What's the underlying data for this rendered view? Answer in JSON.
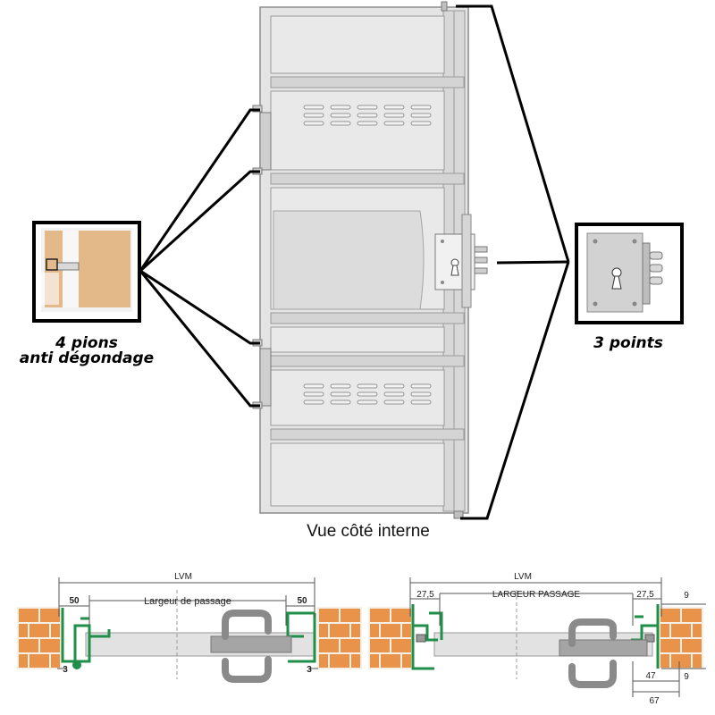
{
  "top_figure": {
    "caption": "Vue côté interne",
    "left_callout": {
      "line1": "4 pions",
      "line2": "anti dégondage"
    },
    "right_callout": {
      "label": "3 points"
    }
  },
  "bottom_left_section": {
    "lvm": "LVM",
    "passage": "Largeur de passage",
    "dim_left": "50",
    "dim_right": "50",
    "dim_small_left": "3",
    "dim_small_right": "3"
  },
  "bottom_right_section": {
    "lvm": "LVM",
    "passage": "LARGEUR PASSAGE",
    "dim_left": "27,5",
    "dim_right": "27,5",
    "dim_9_top": "9",
    "dim_9_bottom": "9",
    "dim_47": "47",
    "dim_67": "67"
  },
  "colors": {
    "brick": "#e8924a",
    "brick_mortar": "#f5efe6",
    "frame_green": "#1f8f4a",
    "handle_gray": "#8a8a8a",
    "door_gray": "#e2e2e2",
    "wood": "#e3b98a"
  }
}
